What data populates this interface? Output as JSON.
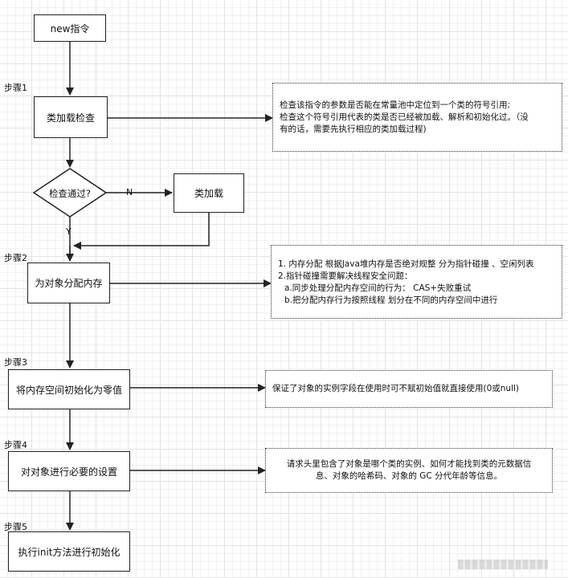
{
  "nodes": {
    "start": "new指令",
    "class_load_check": "类加载检查",
    "decision": "检查通过?",
    "class_load": "类加载",
    "allocate": "为对象分配内存",
    "zero_init": "将内存空间初始化为零值",
    "set_header": "对对象进行必要的设置",
    "init": "执行init方法进行初始化"
  },
  "edges": {
    "no_label": "N",
    "yes_label": "Y"
  },
  "steps": [
    "步骤1",
    "步骤2",
    "步骤3",
    "步骤4",
    "步骤5"
  ],
  "notes": {
    "step1": [
      "检查该指令的参数是否能在常量池中定位到一个类的符号引用;",
      "检查这个符号引用代表的类是否已经被加载、解析和初始化过。（没",
      "有的话，需要先执行相应的类加载过程)"
    ],
    "step2": [
      "1. 内存分配 根据Java堆内存是否绝对规整 分为指针碰撞 、空闲列表",
      "2.指针碰撞需要解决线程安全问题：",
      "a.同步处理分配内存空间的行为： CAS+失败重试",
      "b.把分配内存行为按照线程  划分在不同的内存空间中进行"
    ],
    "step3": [
      "保证了对象的实例字段在使用时可不赋初始值就直接使用(0或null)"
    ],
    "step4": [
      "请求头里包含了对象是哪个类的实例、如何才能找到类的元数据信",
      "息、对象的哈希码、对象的 GC 分代年龄等信息。"
    ]
  }
}
